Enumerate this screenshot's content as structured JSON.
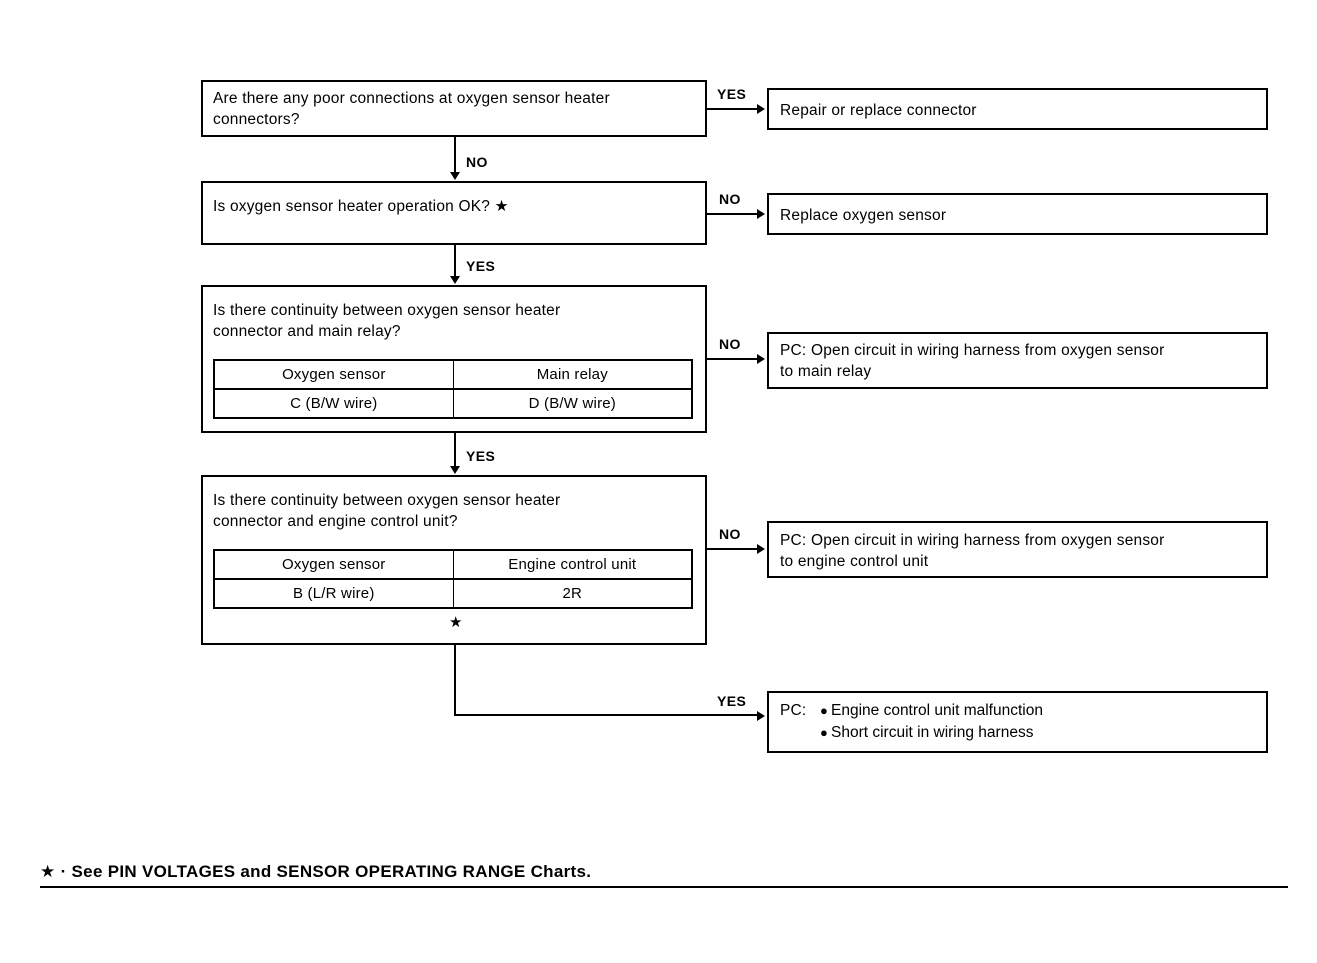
{
  "document": {
    "type": "troubleshooting-flowchart",
    "subject": "Oxygen sensor heater circuit diagnosis"
  },
  "questions": [
    {
      "id": "q1",
      "text": "Are there any poor connections at oxygen sensor heater\nconnectors?"
    },
    {
      "id": "q2",
      "text": "Is oxygen sensor heater operation OK? ★"
    },
    {
      "id": "q3",
      "text": "Is there continuity between oxygen sensor heater\nconnector and main relay?",
      "table": {
        "headers": [
          "Oxygen sensor",
          "Main relay"
        ],
        "rows": [
          [
            "C (B/W wire)",
            "D (B/W wire)"
          ]
        ]
      }
    },
    {
      "id": "q4",
      "text": "Is there continuity between oxygen sensor heater\nconnector and engine control unit?",
      "table": {
        "headers": [
          "Oxygen sensor",
          "Engine control unit"
        ],
        "rows": [
          [
            "B (L/R wire)",
            "2R"
          ]
        ]
      },
      "footnote_marker": "★"
    }
  ],
  "results": [
    {
      "id": "r1",
      "text": "Repair or replace connector"
    },
    {
      "id": "r2",
      "text": "Replace oxygen sensor"
    },
    {
      "id": "r3",
      "text": "PC: Open circuit in wiring harness from oxygen sensor\n        to main relay"
    },
    {
      "id": "r4",
      "text": "PC: Open circuit in wiring harness from oxygen sensor\n        to engine control unit"
    },
    {
      "id": "r5",
      "prefix": "PC:",
      "bullets": [
        "Engine control unit malfunction",
        "Short circuit in wiring harness"
      ]
    }
  ],
  "branch_labels": {
    "q1_yes": "YES",
    "q1_no": "NO",
    "q2_no": "NO",
    "q2_yes": "YES",
    "q3_no": "NO",
    "q3_yes": "YES",
    "q4_no": "NO",
    "q4_yes": "YES"
  },
  "footnote": {
    "text": "★ · See PIN VOLTAGES and SENSOR OPERATING RANGE Charts."
  },
  "colors": {
    "ink": "#000000",
    "paper": "#ffffff"
  }
}
